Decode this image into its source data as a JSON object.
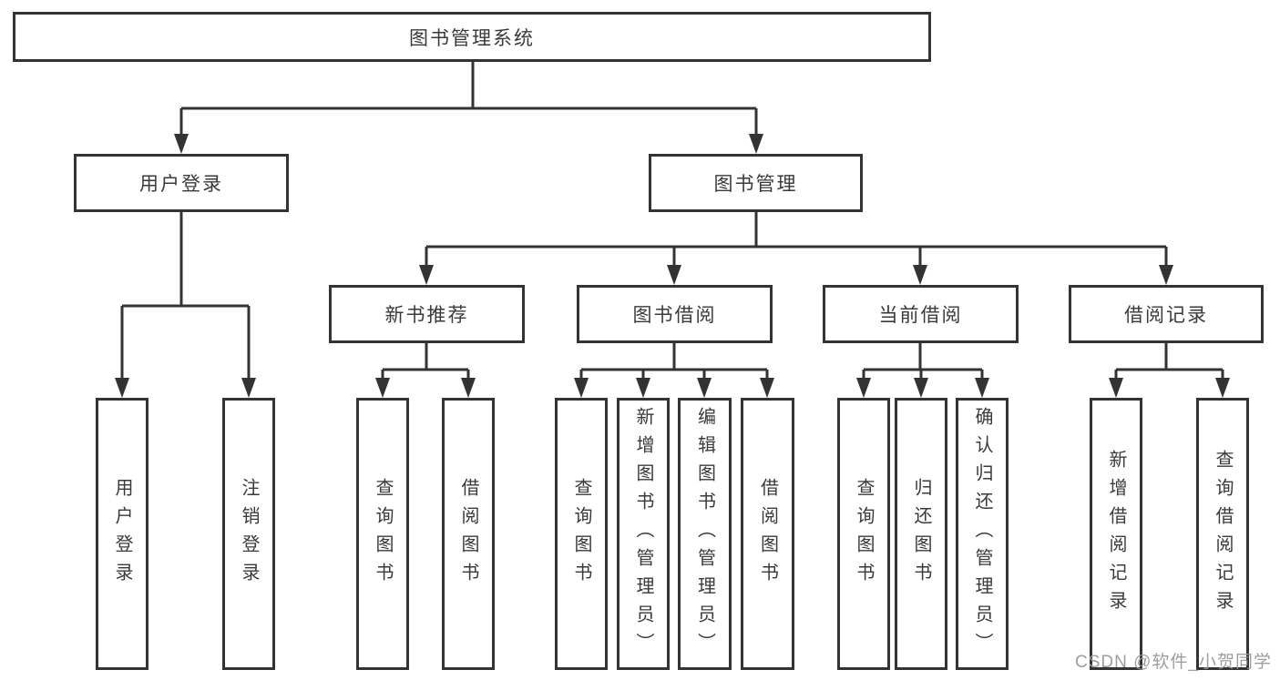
{
  "diagram": {
    "title": "图书管理系统",
    "branches": [
      {
        "label": "用户登录",
        "leaves": [
          "用户登录",
          "注销登录"
        ]
      },
      {
        "label": "图书管理",
        "groups": [
          {
            "label": "新书推荐",
            "leaves": [
              "查询图书",
              "借阅图书"
            ]
          },
          {
            "label": "图书借阅",
            "leaves": [
              "查询图书",
              "新增图书（管理员）",
              "编辑图书（管理员）",
              "借阅图书"
            ]
          },
          {
            "label": "当前借阅",
            "leaves": [
              "查询图书",
              "归还图书",
              "确认归还（管理员）"
            ]
          },
          {
            "label": "借阅记录",
            "leaves": [
              "新增借阅记录",
              "查询借阅记录"
            ]
          }
        ]
      }
    ]
  },
  "watermark": "CSDN @软件_小贺同学",
  "colors": {
    "line": "#333333",
    "text": "#3a3a3a",
    "watermark": "#969696",
    "background": "#ffffff"
  }
}
